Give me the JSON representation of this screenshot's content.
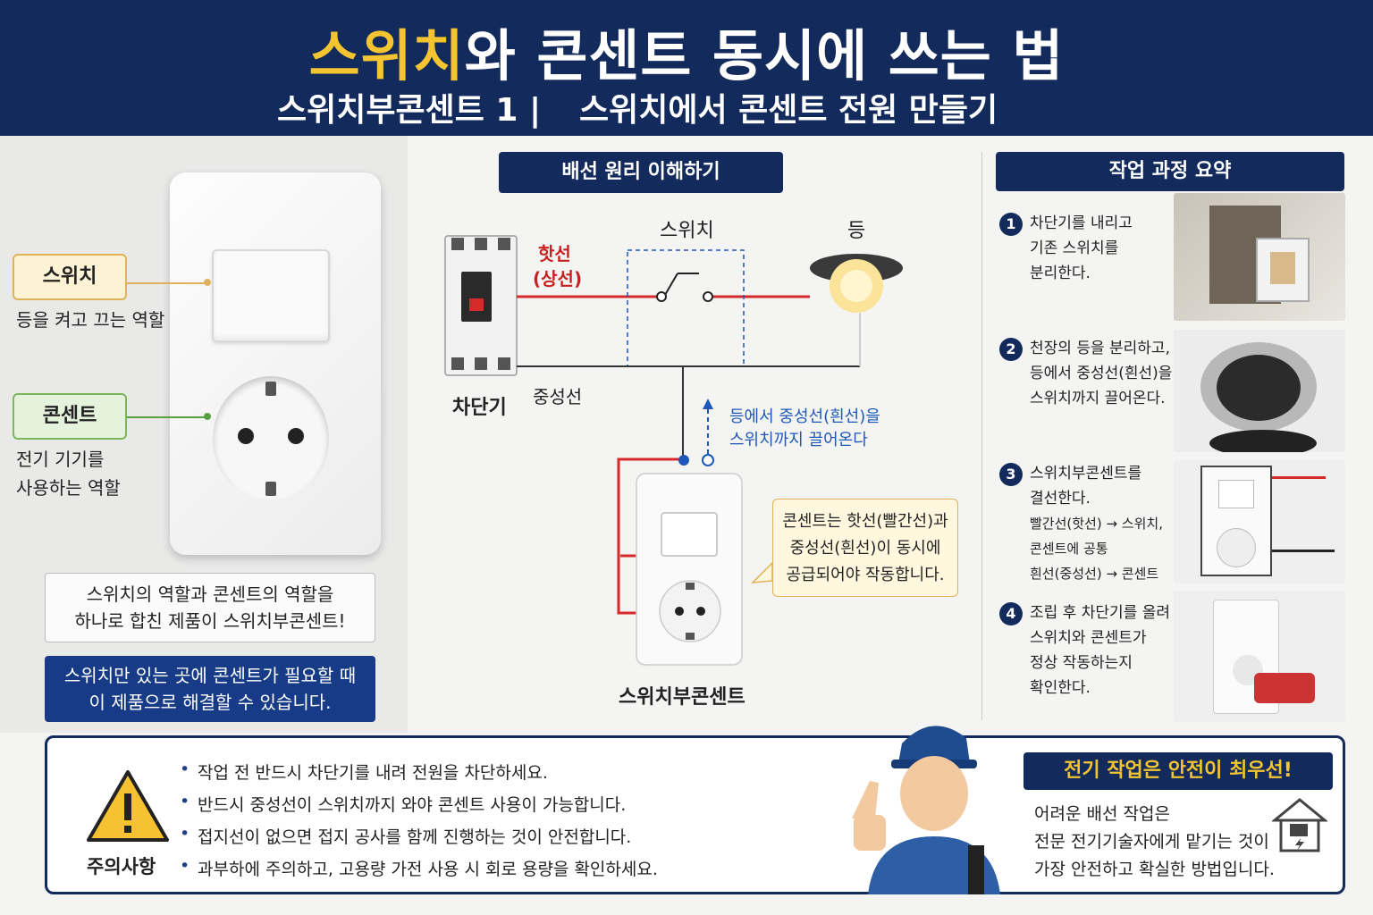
{
  "header": {
    "title_highlight": "스위치",
    "title_rest": "와 콘센트 동시에 쓰는 법",
    "subtitle_left": "스위치부콘센트 1  |",
    "subtitle_right": "스위치에서 콘센트 전원 만들기"
  },
  "left": {
    "switch_tag": "스위치",
    "switch_desc": "등을 켜고 끄는 역할",
    "outlet_tag": "콘센트",
    "outlet_desc_1": "전기 기기를",
    "outlet_desc_2": "사용하는 역할",
    "note_1": "스위치의 역할과 콘센트의 역할을",
    "note_2": "하나로 합친 제품이 스위치부콘센트!",
    "blue_1": "스위치만 있는 곳에 콘센트가 필요할 때",
    "blue_2": "이 제품으로 해결할 수 있습니다."
  },
  "middle": {
    "section_title": "배선 원리 이해하기",
    "breaker_label": "차단기",
    "hot_label_1": "핫선",
    "hot_label_2": "(상선)",
    "switch_label": "스위치",
    "lamp_label": "등",
    "neutral_label": "중성선",
    "arrow_text_1": "등에서 중성선(흰선)을",
    "arrow_text_2": "스위치까지 끌어온다",
    "product_label": "스위치부콘센트",
    "bubble_1": "콘센트는 핫선(빨간선)과",
    "bubble_2": "중성선(흰선)이 동시에",
    "bubble_3": "공급되어야 작동합니다.",
    "colors": {
      "hot": "#d42a2a",
      "neutral": "#333333",
      "pull": "#1d57b8"
    }
  },
  "right": {
    "section_title": "작업 과정 요약",
    "steps": [
      {
        "num": "1",
        "lines": [
          "차단기를 내리고",
          "기존 스위치를",
          "분리한다."
        ]
      },
      {
        "num": "2",
        "lines": [
          "천장의 등을 분리하고,",
          "등에서 중성선(흰선)을",
          "스위치까지 끌어온다."
        ]
      },
      {
        "num": "3",
        "lines": [
          "스위치부콘센트를",
          "결선한다.",
          "빨간선(핫선) → 스위치,",
          "콘센트에 공통",
          "흰선(중성선) → 콘센트"
        ]
      },
      {
        "num": "4",
        "lines": [
          "조립 후 차단기를 올려",
          "스위치와 콘센트가",
          "정상 작동하는지",
          "확인한다."
        ]
      }
    ]
  },
  "bottom": {
    "caution_label": "주의사항",
    "bullets": [
      "작업 전 반드시 차단기를 내려 전원을 차단하세요.",
      "반드시 중성선이 스위치까지 와야 콘센트 사용이 가능합니다.",
      "접지선이 없으면 접지 공사를 함께 진행하는 것이 안전합니다.",
      "과부하에 주의하고, 고용량 가전 사용 시 회로 용량을 확인하세요."
    ],
    "safety_title": "전기 작업은 안전이 최우선!",
    "safety_1": "어려운 배선 작업은",
    "safety_2": "전문 전기기술자에게 맡기는 것이",
    "safety_3": "가장 안전하고 확실한 방법입니다."
  }
}
